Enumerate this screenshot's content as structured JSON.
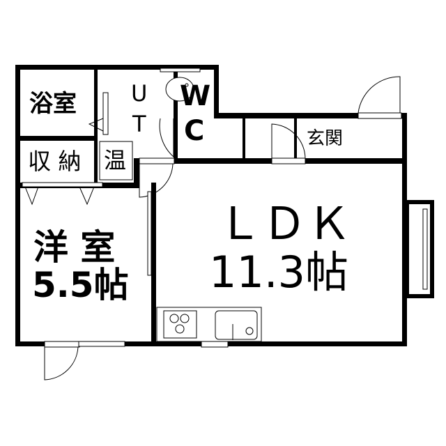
{
  "rooms": {
    "bath": "浴室",
    "utility_u": "U",
    "utility_t": "T",
    "wc_w": "W",
    "wc_c": "C",
    "water_heater": "温",
    "storage": "収 納",
    "entrance": "玄関",
    "western_room_name": "洋 室",
    "western_room_size": "5.5帖",
    "ldk_name": "ＬＤＫ",
    "ldk_size": "11.3帖"
  }
}
